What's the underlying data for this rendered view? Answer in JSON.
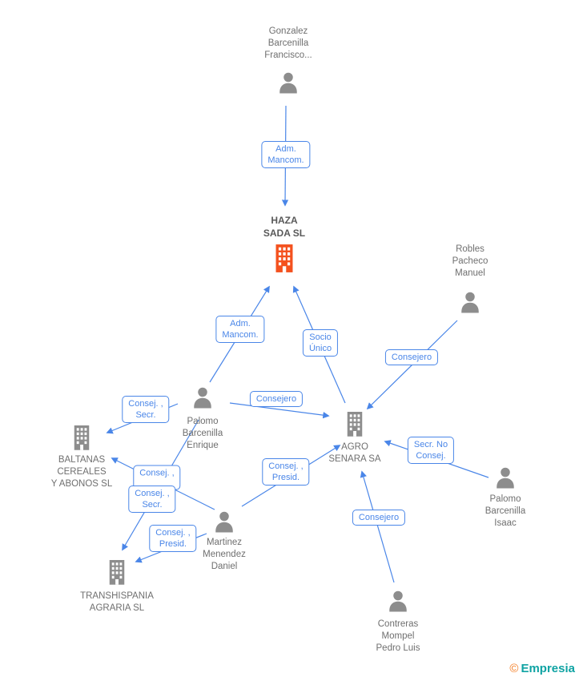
{
  "diagram": {
    "nodes": {
      "gonzalez": {
        "name": "Gonzalez\nBarcenilla\nFrancisco...",
        "type": "person"
      },
      "haza": {
        "name": "HAZA\nSADA SL",
        "type": "company",
        "highlighted": true
      },
      "robles": {
        "name": "Robles\nPacheco\nManuel",
        "type": "person"
      },
      "palomo_enrique": {
        "name": "Palomo\nBarcenilla\nEnrique",
        "type": "person"
      },
      "agro": {
        "name": "AGRO\nSENARA SA",
        "type": "company"
      },
      "baltanas": {
        "name": "BALTANAS\nCEREALES\nY ABONOS SL",
        "type": "company"
      },
      "martinez": {
        "name": "Martinez\nMenendez\nDaniel",
        "type": "person"
      },
      "transhispania": {
        "name": "TRANSHISPANIA\nAGRARIA SL",
        "type": "company"
      },
      "contreras": {
        "name": "Contreras\nMompel\nPedro Luis",
        "type": "person"
      },
      "palomo_isaac": {
        "name": "Palomo\nBarcenilla\nIsaac",
        "type": "person"
      }
    },
    "edges": [
      {
        "from": "gonzalez",
        "to": "haza",
        "label": "Adm.\nMancom."
      },
      {
        "from": "palomo_enrique",
        "to": "haza",
        "label": "Adm.\nMancom."
      },
      {
        "from": "agro",
        "to": "haza",
        "label": "Socio\nÚnico"
      },
      {
        "from": "robles",
        "to": "agro",
        "label": "Consejero"
      },
      {
        "from": "palomo_enrique",
        "to": "agro",
        "label": "Consejero"
      },
      {
        "from": "palomo_enrique",
        "to": "baltanas",
        "label": "Consej. ,\nSecr."
      },
      {
        "from": "palomo_isaac",
        "to": "agro",
        "label": "Secr. No\nConsej."
      },
      {
        "from": "martinez",
        "to": "agro",
        "label": "Consej. ,\nPresid."
      },
      {
        "from": "palomo_enrique",
        "to": "transhispania",
        "label": "Consej. ,"
      },
      {
        "from": "martinez",
        "to": "baltanas",
        "label": "Consej. ,\nSecr."
      },
      {
        "from": "martinez",
        "to": "transhispania",
        "label": "Consej. ,\nPresid."
      },
      {
        "from": "contreras",
        "to": "agro",
        "label": "Consejero"
      }
    ],
    "colors": {
      "accent_blue": "#4a86e8",
      "icon_gray": "#8d8d8d",
      "company_highlight_orange": "#f4511e",
      "text_gray": "#6f6f6f"
    }
  },
  "watermark": {
    "symbol": "©",
    "brand": "Empresia"
  }
}
